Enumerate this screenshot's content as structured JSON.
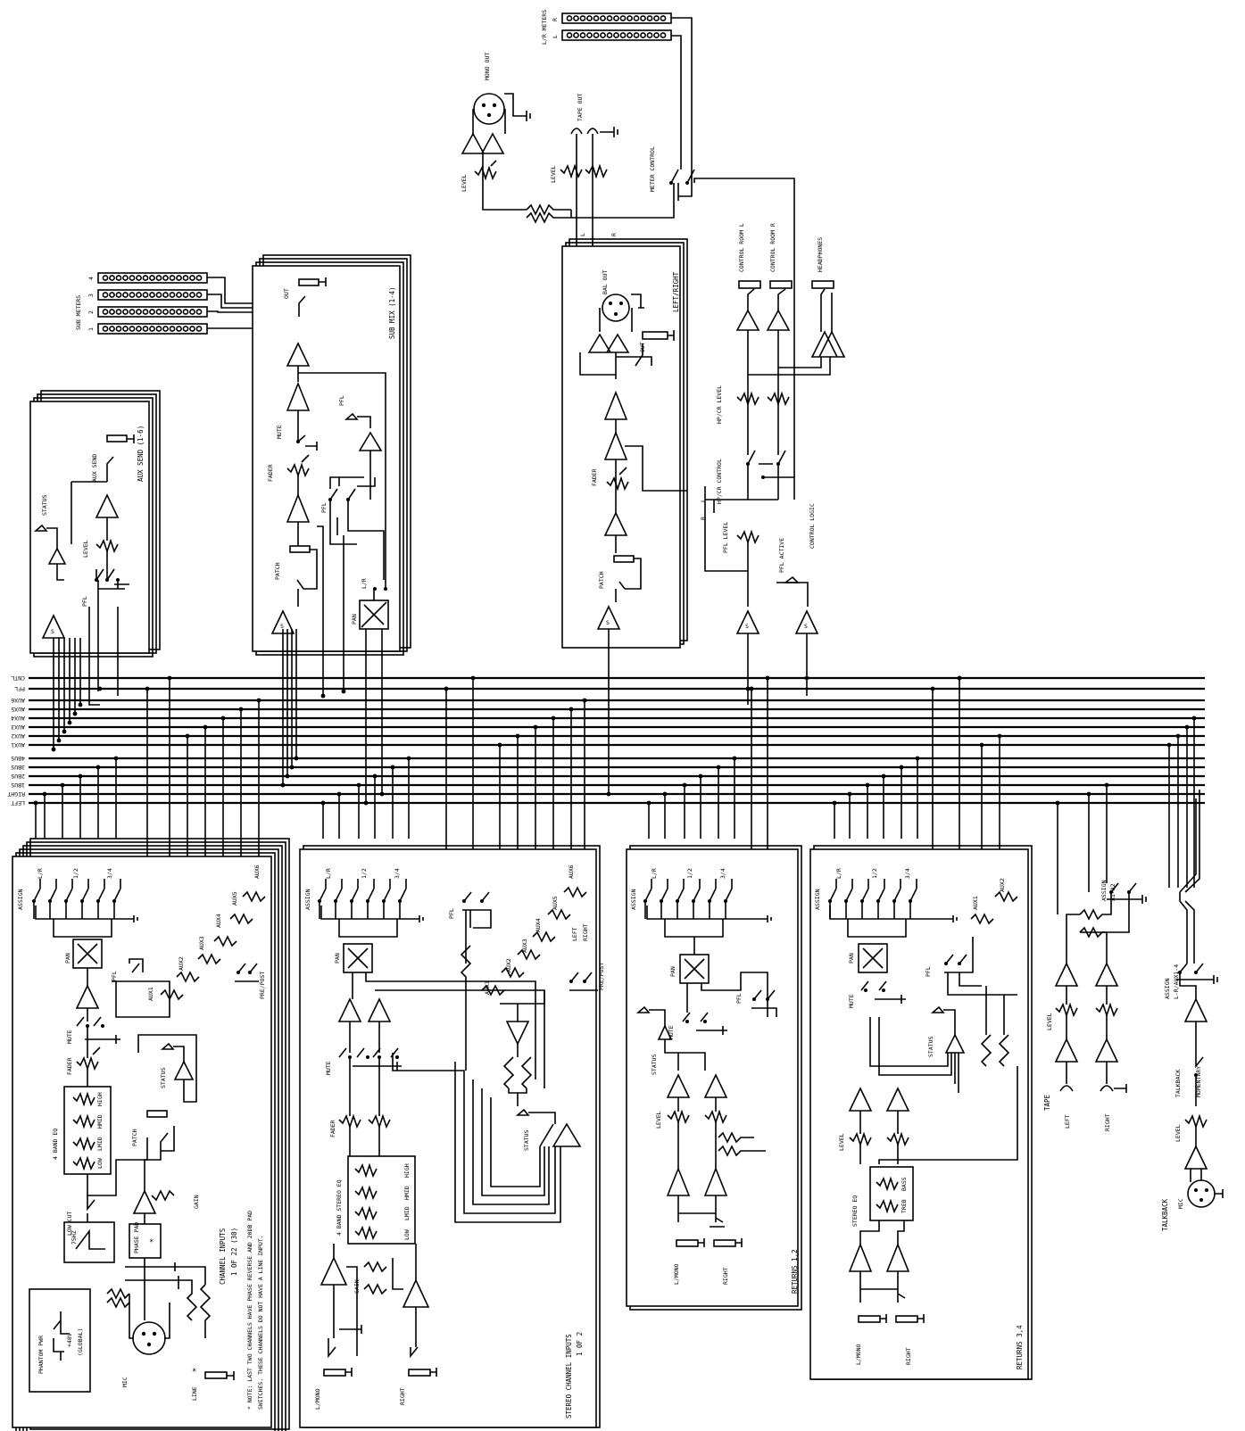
{
  "meters": {
    "lr_label": "L/R METERS",
    "r": "R",
    "l": "L",
    "sub_label": "SUB METERS",
    "sub_numbers": [
      "4",
      "3",
      "2",
      "1"
    ]
  },
  "top": {
    "mono_out": "MONO OUT",
    "tape_out": "TAPE OUT",
    "level_1": "LEVEL",
    "level_2": "LEVEL",
    "meter_control": "METER CONTROL",
    "l": "L",
    "r": "R"
  },
  "left_right": {
    "title": "LEFT/RIGHT",
    "bal_out": "BAL OUT",
    "out": "OUT",
    "fader": "FADER",
    "patch": "PATCH"
  },
  "control_room": {
    "control_room_l": "CONTROL ROOM L",
    "control_room_r": "CONTROL ROOM R",
    "headphones": "HEADPHONES",
    "hpcr_level": "HP/CR LEVEL",
    "hpcr_control": "HP/CR CONTROL",
    "pfl_level": "PFL LEVEL",
    "pfl_active": "PFL ACTIVE",
    "control_logic": "CONTROL LOGIC",
    "l": "L",
    "r": "R"
  },
  "sub_mix": {
    "title": "SUB MIX (1-4)",
    "out": "OUT",
    "pfl": "PFL",
    "mute": "MUTE",
    "fader": "FADER",
    "pfl_2": "PFL",
    "patch": "PATCH",
    "lr": "L/R",
    "pan": "PAN"
  },
  "aux_send": {
    "title": "AUX SEND (1-6)",
    "aux_send": "AUX SEND",
    "status": "STATUS",
    "level": "LEVEL",
    "pfl": "PFL"
  },
  "buses": [
    "CNTL",
    "PFL",
    "AUX6",
    "AUX5",
    "AUX4",
    "AUX3",
    "AUX2",
    "AUX1",
    "4BUS",
    "3BUS",
    "2BUS",
    "1BUS",
    "RIGHT",
    "LEFT"
  ],
  "channel": {
    "assign": "ASSIGN",
    "lr": "L/R",
    "b12": "1/2",
    "b34": "3/4",
    "aux6": "AUX6",
    "aux5": "AUX5",
    "aux4": "AUX4",
    "aux3": "AUX3",
    "aux2": "AUX2",
    "aux1": "AUX1",
    "pan": "PAN",
    "pfl": "PFL",
    "pre_post": "PRE/POST",
    "mute": "MUTE",
    "status": "STATUS",
    "fader": "FADER",
    "eq_title": "4 BAND EQ",
    "eq_bands": [
      "HIGH",
      "HMID",
      "LMID",
      "LOW"
    ],
    "patch": "PATCH",
    "gain": "GAIN",
    "low_cut": "LOW CUT",
    "hz": "75HZ",
    "phase_pad": "PHASE PAD",
    "star": "*",
    "phantom": "PHANTOM PWR",
    "v48": "+48V",
    "global": "(GLOBAL)",
    "mic": "MIC",
    "line": "LINE",
    "title1": "CHANNEL INPUTS",
    "title2": "1 OF 22 (30)",
    "note1": "*  NOTE: LAST TWO CHANNELS HAVE PHASE REVERSE AND 20DB PAD",
    "note2": "SWITCHES. THESE CHANNELS DO NOT HAVE A LINE INPUT."
  },
  "stereo": {
    "assign": "ASSIGN",
    "lr": "L/R",
    "b12": "1/2",
    "b34": "3/4",
    "pfl": "PFL",
    "aux6": "AUX6",
    "aux5": "AUX5",
    "aux4": "AUX4",
    "aux3": "AUX3",
    "aux2": "AUX2",
    "aux1": "AUX1",
    "left": "LEFT",
    "right_s": "RIGHT",
    "pre_post": "PRE/POST",
    "pan": "PAN",
    "mute": "MUTE",
    "fader": "FADER",
    "eq_title": "4 BAND STEREO EQ",
    "eq_bands": [
      "HIGH",
      "HMID",
      "LMID",
      "LOW"
    ],
    "status": "STATUS",
    "gain": "GAIN",
    "lmono": "L/MONO",
    "right": "RIGHT",
    "title1": "STEREO CHANNEL INPUTS",
    "title2": "1 OF 2"
  },
  "returns12": {
    "assign": "ASSIGN",
    "lr": "L/R",
    "b12": "1/2",
    "b34": "3/4",
    "pan": "PAN",
    "pfl": "PFL",
    "mute": "MUTE",
    "status": "STATUS",
    "level": "LEVEL",
    "lmono": "L/MONO",
    "right": "RIGHT",
    "title": "RETURNS 1,2"
  },
  "returns34": {
    "assign": "ASSIGN",
    "lr": "L/R",
    "b12": "1/2",
    "b34": "3/4",
    "aux1": "AUX1",
    "aux2": "AUX2",
    "pan": "PAN",
    "pfl": "PFL",
    "mute": "MUTE",
    "status": "STATUS",
    "level": "LEVEL",
    "eq_title": "STEREO EQ",
    "bass": "BASS",
    "treb": "TREB",
    "lmono": "L/MONO",
    "right": "RIGHT",
    "title": "RETURNS 3,4"
  },
  "tape": {
    "assign": "ASSIGN",
    "a12": "A1-A2",
    "level": "LEVEL",
    "tape": "TAPE",
    "left": "LEFT",
    "right": "RIGHT"
  },
  "talkback": {
    "assign": "ASSIGN",
    "lr_aux": "L-R/AUX1-4",
    "talkback_sw": "TALKBACK",
    "momentary": "MOMENTARY",
    "level": "LEVEL",
    "mic": "MIC",
    "talkback": "TALKBACK"
  }
}
